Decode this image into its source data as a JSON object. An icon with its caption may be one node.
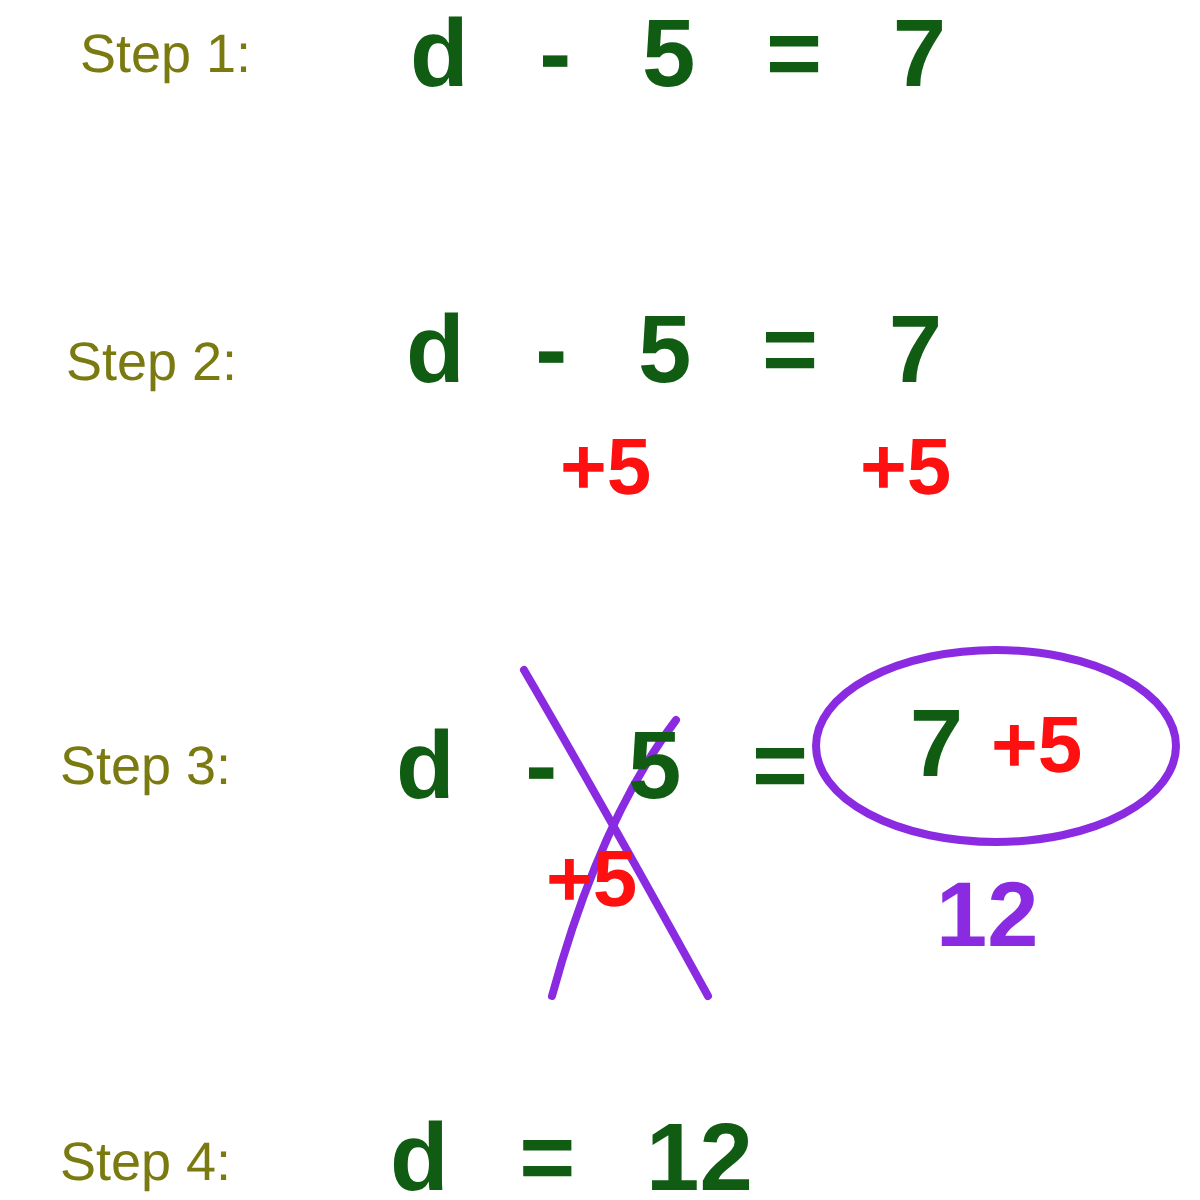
{
  "diagram": {
    "nodes": [
      {
        "text": [
          "7",
          "+5"
        ],
        "beside": [
          "12"
        ]
      }
    ],
    "labels": [
      "Step 1:",
      "d - 5 = 7",
      "Step 2:",
      "d - 5 = 7",
      "+5",
      "+5",
      "Step 3:",
      "d - 5 =",
      "+5",
      "Step 4:",
      "d = 12"
    ]
  }
}
